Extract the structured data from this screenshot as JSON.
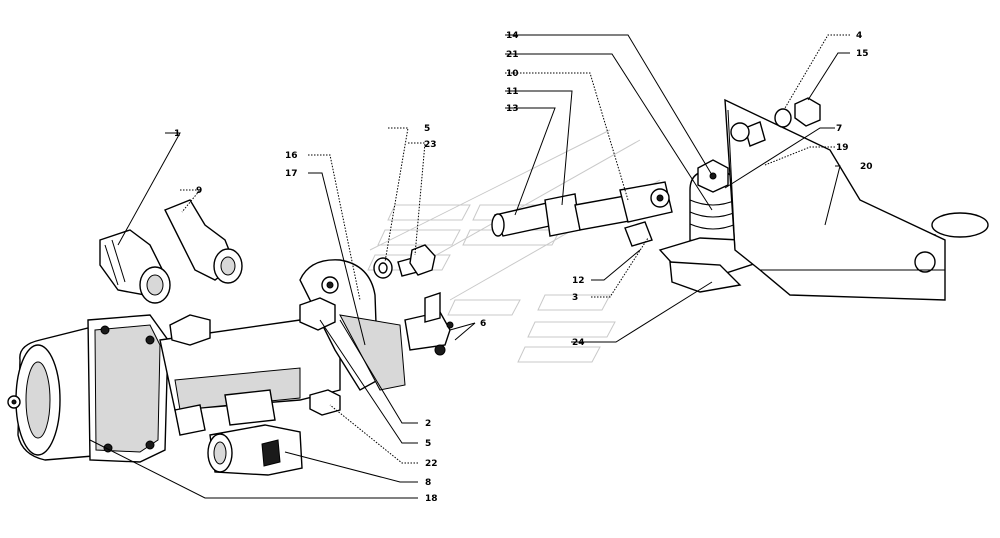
{
  "callouts": [
    {
      "id": "c1",
      "label": "1"
    },
    {
      "id": "c9",
      "label": "9"
    },
    {
      "id": "c16",
      "label": "16"
    },
    {
      "id": "c17",
      "label": "17"
    },
    {
      "id": "c5a",
      "label": "5"
    },
    {
      "id": "c23",
      "label": "23"
    },
    {
      "id": "c14",
      "label": "14"
    },
    {
      "id": "c21",
      "label": "21"
    },
    {
      "id": "c10",
      "label": "10"
    },
    {
      "id": "c11",
      "label": "11"
    },
    {
      "id": "c13",
      "label": "13"
    },
    {
      "id": "c4",
      "label": "4"
    },
    {
      "id": "c15",
      "label": "15"
    },
    {
      "id": "c7",
      "label": "7"
    },
    {
      "id": "c19",
      "label": "19"
    },
    {
      "id": "c20",
      "label": "20"
    },
    {
      "id": "c6",
      "label": "6"
    },
    {
      "id": "c12",
      "label": "12"
    },
    {
      "id": "c3",
      "label": "3"
    },
    {
      "id": "c24",
      "label": "24"
    },
    {
      "id": "c2",
      "label": "2"
    },
    {
      "id": "c5b",
      "label": "5"
    },
    {
      "id": "c22",
      "label": "22"
    },
    {
      "id": "c8",
      "label": "8"
    },
    {
      "id": "c18",
      "label": "18"
    }
  ]
}
